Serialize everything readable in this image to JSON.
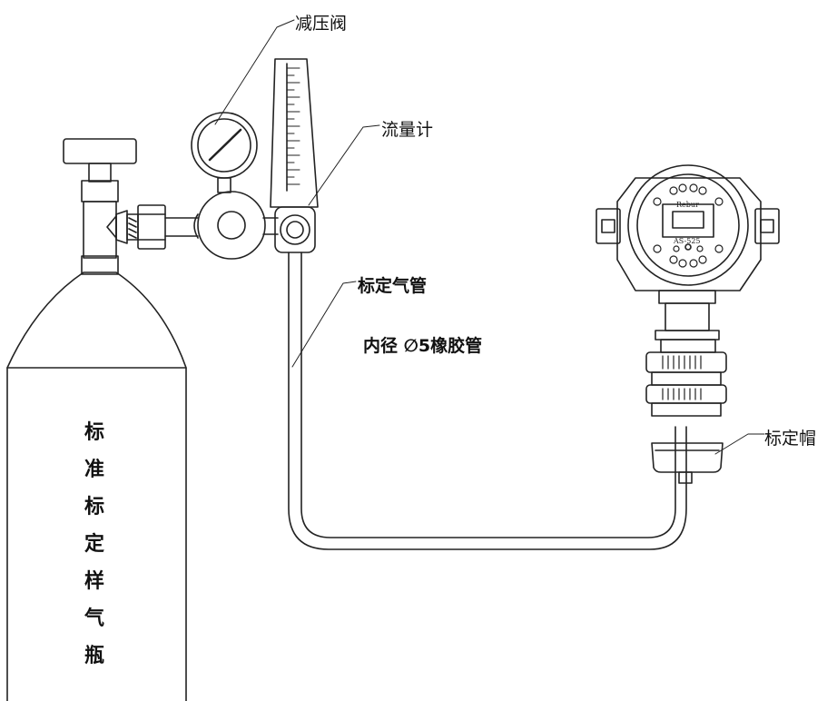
{
  "labels": {
    "pressure_regulator": "减压阀",
    "flowmeter": "流量计",
    "calibration_tube": "标定气管",
    "tube_spec": "内径 ∅5橡胶管",
    "calibration_cap": "标定帽"
  },
  "cylinder": {
    "chars": [
      "标",
      "准",
      "标",
      "定",
      "样",
      "气",
      "瓶"
    ]
  },
  "detector": {
    "brand": "Rebur",
    "model": "AS-525"
  }
}
